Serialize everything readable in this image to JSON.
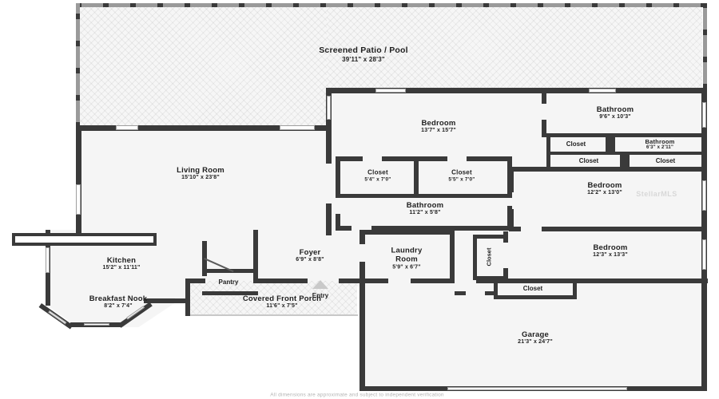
{
  "plan": {
    "rooms": {
      "patio": {
        "name": "Screened Patio / Pool",
        "dims": "39'11\" x 28'3\""
      },
      "living": {
        "name": "Living Room",
        "dims": "15'10\" x 23'8\""
      },
      "bedroom_top": {
        "name": "Bedroom",
        "dims": "13'7\" x 15'7\""
      },
      "bathroom_top": {
        "name": "Bathroom",
        "dims": "9'6\" x 10'3\""
      },
      "closet_a": {
        "name": "Closet"
      },
      "bathroom_small": {
        "name": "Bathroom",
        "dims": "6'3\" x 2'11\""
      },
      "closet_b": {
        "name": "Closet"
      },
      "closet_c": {
        "name": "Closet"
      },
      "closet_left": {
        "name": "Closet",
        "dims": "5'4\" x 7'0\""
      },
      "closet_right": {
        "name": "Closet",
        "dims": "5'5\" x 7'0\""
      },
      "bathroom_mid": {
        "name": "Bathroom",
        "dims": "11'2\" x 5'8\""
      },
      "bedroom_right1": {
        "name": "Bedroom",
        "dims": "12'2\" x 13'0\""
      },
      "bedroom_right2": {
        "name": "Bedroom",
        "dims": "12'3\" x 13'3\""
      },
      "kitchen": {
        "name": "Kitchen",
        "dims": "15'2\" x 11'11\""
      },
      "breakfast_nook": {
        "name": "Breakfast Nook",
        "dims": "8'2\" x 7'4\""
      },
      "pantry": {
        "name": "Pantry"
      },
      "foyer": {
        "name": "Foyer",
        "dims": "6'9\" x 8'8\""
      },
      "laundry": {
        "name": "Laundry Room",
        "dims": "5'9\" x 6'7\""
      },
      "closet_hall_v": {
        "name": "Closet"
      },
      "closet_hall": {
        "name": "Closet"
      },
      "porch": {
        "name": "Covered Front Porch",
        "dims": "11'6\" x 7'5\""
      },
      "garage": {
        "name": "Garage",
        "dims": "21'3\" x 24'7\""
      }
    },
    "annotations": {
      "entry": "Entry",
      "watermark": "StellarMLS",
      "disclaimer": "All dimensions are approximate and subject to independent verification"
    },
    "colors": {
      "wall": "#3a3a3a",
      "hatch_bg": "#f6f6f6",
      "room_fill": "#f5f5f5"
    }
  }
}
